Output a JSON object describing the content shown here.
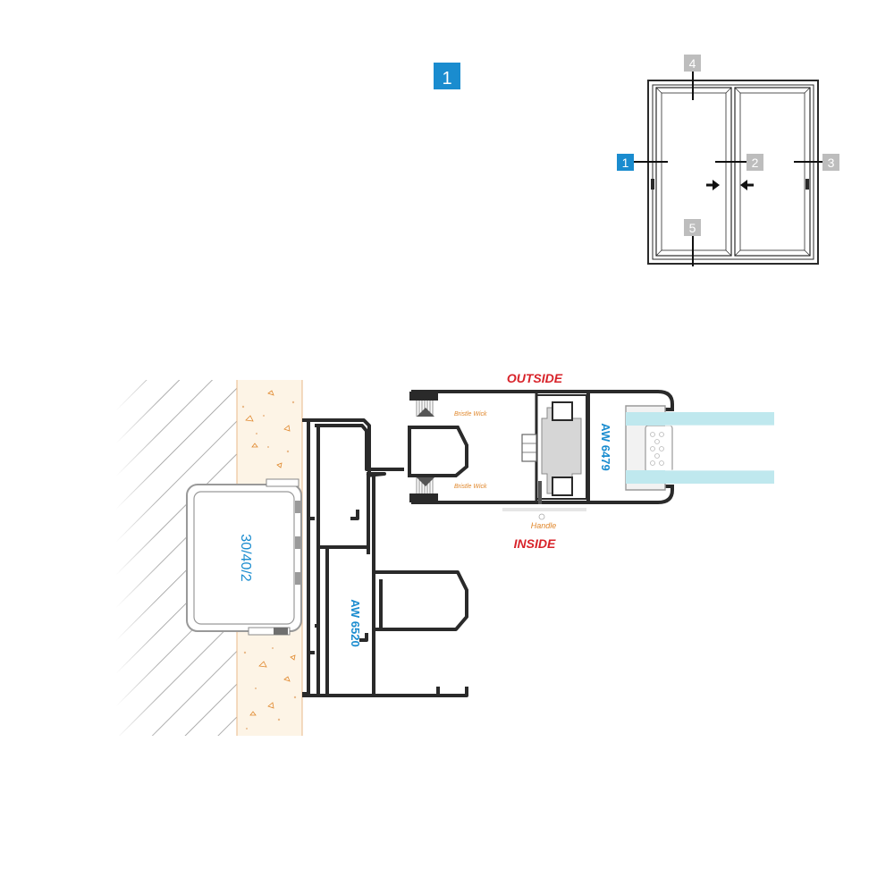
{
  "section_badge": {
    "label": "1",
    "color": "#1a8ccf"
  },
  "key_plan": {
    "markers": [
      {
        "label": "1",
        "active": true
      },
      {
        "label": "2",
        "active": false
      },
      {
        "label": "3",
        "active": false
      },
      {
        "label": "4",
        "active": false
      },
      {
        "label": "5",
        "active": false
      }
    ],
    "active_color": "#1a8ccf",
    "inactive_color": "#bdbdbd"
  },
  "labels": {
    "outside": "OUTSIDE",
    "inside": "INSIDE",
    "bristle_top": "Bristle Wick",
    "bristle_bottom": "Bristle Wick",
    "handle": "Handle",
    "profile_sash": "AW 6479",
    "profile_frame": "AW 6520",
    "sub_frame": "30/40/2"
  },
  "colors": {
    "accent_red": "#d8232a",
    "accent_blue": "#1a8ccf",
    "annotation_orange": "#e0872b",
    "profile_dark": "#2a2a2a",
    "glass": "#bfe8ee",
    "wall_hatch": "#9a9a9a",
    "plaster": "#fdf4e6"
  }
}
